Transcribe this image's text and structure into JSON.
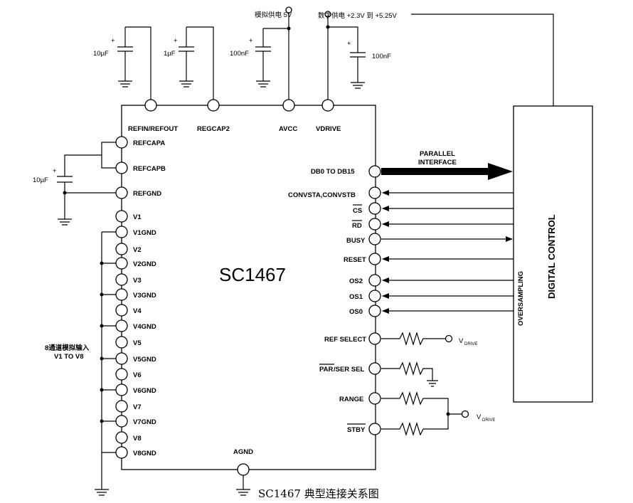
{
  "chip": {
    "name": "SC1467"
  },
  "caption": "SC1467 典型连接关系图",
  "controller": {
    "title": "DIGITAL CONTROL",
    "oversampling": "OVERSAMPLING"
  },
  "supplies": {
    "analog": "模拟供电 5V",
    "digital": "数字供电 +2.3V 到 +5.25V"
  },
  "top_pins": {
    "refin": "REFIN/REFOUT",
    "regcap": "REGCAP2",
    "avcc": "AVCC",
    "vdrive": "VDRIVE"
  },
  "caps": {
    "c1": "10µF",
    "c2": "1µF",
    "c3": "100nF",
    "c4": "100nF",
    "c5": "10µF",
    "plus": "+"
  },
  "left_pins": [
    "REFCAPA",
    "REFCAPB",
    "REFGND",
    "V1",
    "V1GND",
    "V2",
    "V2GND",
    "V3",
    "V3GND",
    "V4",
    "V4GND",
    "V5",
    "V5GND",
    "V6",
    "V6GND",
    "V7",
    "V7GND",
    "V8",
    "V8GND"
  ],
  "input_label": {
    "line1": "8通道模拟输入",
    "line2": "V1 TO V8"
  },
  "bottom_pin": "AGND",
  "right_pins": {
    "db": "DB0 TO DB15",
    "parallel1": "PARALLEL",
    "parallel2": "INTERFACE",
    "convst": "CONVSTA,CONVSTB",
    "cs": "CS",
    "rd": "RD",
    "busy": "BUSY",
    "reset": "RESET",
    "os2": "OS2",
    "os1": "OS1",
    "os0": "OS0",
    "refsel": "REF SELECT",
    "par": "PAR",
    "ser": "/SER SEL",
    "range": "RANGE",
    "stby": "STBY"
  },
  "vdrive_label": {
    "main": "V",
    "sub": "DRIVE"
  }
}
